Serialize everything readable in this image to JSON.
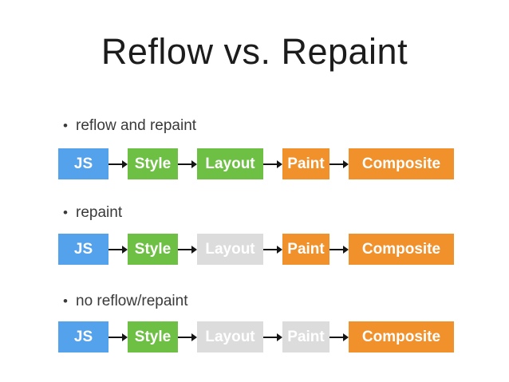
{
  "slide": {
    "title": "Reflow vs. Repaint",
    "bullet_char": "•"
  },
  "colors": {
    "js_blue": "#55a2ec",
    "style_green": "#6ec044",
    "paint_orange": "#f0912c",
    "inactive_gray": "#dcdcdc",
    "arrow_black": "#151515",
    "background": "#ffffff",
    "title_text": "#1c1c1c",
    "bullet_text": "#3a3a3a",
    "box_text": "#ffffff"
  },
  "rows": [
    {
      "label": "reflow and repaint",
      "stages": [
        {
          "name": "JS",
          "color": "js_blue",
          "active": true
        },
        {
          "name": "Style",
          "color": "style_green",
          "active": true
        },
        {
          "name": "Layout",
          "color": "style_green",
          "active": true
        },
        {
          "name": "Paint",
          "color": "paint_orange",
          "active": true
        },
        {
          "name": "Composite",
          "color": "paint_orange",
          "active": true
        }
      ]
    },
    {
      "label": "repaint",
      "stages": [
        {
          "name": "JS",
          "color": "js_blue",
          "active": true
        },
        {
          "name": "Style",
          "color": "style_green",
          "active": true
        },
        {
          "name": "Layout",
          "color": "inactive_gray",
          "active": false
        },
        {
          "name": "Paint",
          "color": "paint_orange",
          "active": true
        },
        {
          "name": "Composite",
          "color": "paint_orange",
          "active": true
        }
      ]
    },
    {
      "label": "no reflow/repaint",
      "stages": [
        {
          "name": "JS",
          "color": "js_blue",
          "active": true
        },
        {
          "name": "Style",
          "color": "style_green",
          "active": true
        },
        {
          "name": "Layout",
          "color": "inactive_gray",
          "active": false
        },
        {
          "name": "Paint",
          "color": "inactive_gray",
          "active": false
        },
        {
          "name": "Composite",
          "color": "paint_orange",
          "active": true
        }
      ]
    }
  ]
}
